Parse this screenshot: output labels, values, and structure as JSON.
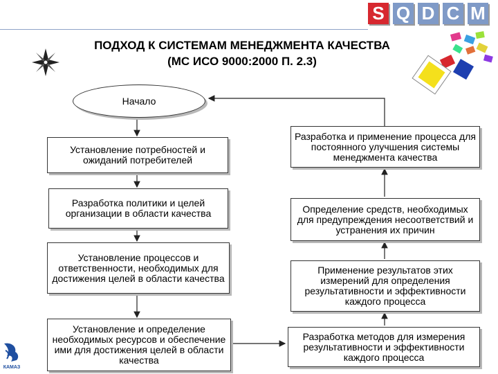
{
  "brand": {
    "letters": [
      "S",
      "Q",
      "D",
      "C",
      "M"
    ],
    "colors": [
      "#d7282f",
      "#7f9ac7",
      "#7f9ac7",
      "#7f9ac7",
      "#7f9ac7"
    ]
  },
  "title": {
    "line1": "ПОДХОД К СИСТЕМАМ МЕНЕДЖМЕНТА КАЧЕСТВА",
    "line2": "(МС ИСО 9000:2000 П. 2.3)"
  },
  "start": "Начало",
  "left_steps": [
    "Установление потребностей и ожиданий потребителей",
    "Разработка политики и целей организации в области качества",
    "Установление процессов и ответственности, необходимых для достижения целей в области качества",
    "Установление и определение необходимых ресурсов и обеспечение ими для достижения целей в области качества"
  ],
  "right_steps": [
    "Разработка и применение процесса для постоянного улучшения системы менеджмента качества",
    "Определение средств, необходимых для предупреждения несоответствий и устранения их причин",
    "Применение результатов этих измерений для определения результативности и эффективности каждого процесса",
    "Разработка методов для измерения результативности и эффективности каждого процесса"
  ],
  "logo_text": "КАМАЗ",
  "icons": [
    "compass-rose-icon",
    "colored-cards-icon",
    "kamaz-logo-icon"
  ]
}
